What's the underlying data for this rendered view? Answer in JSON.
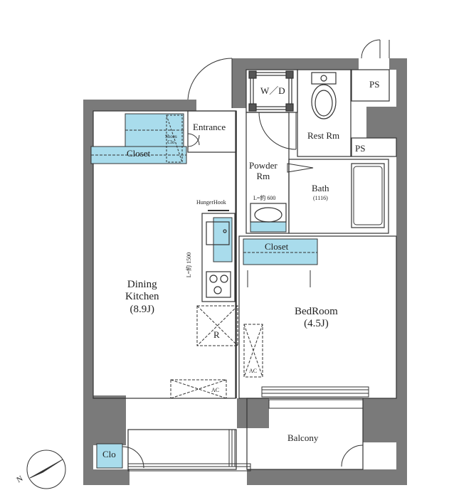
{
  "labels": {
    "wd": "W／D",
    "ps_top": "PS",
    "ps_mid": "PS",
    "entrance": "Entrance",
    "rest_rm": "Rest Rm",
    "shoes_clo_1": "Shoes",
    "shoes_clo_2": "Clo",
    "closet_left": "Closet",
    "powder_rm_1": "Powder",
    "powder_rm_2": "Rm",
    "bath": "Bath",
    "bath_size": "(1116)",
    "sink_width": "L=約 600",
    "hunger_hook": "HungerHook",
    "counter_length": "L=約 1500",
    "closet_right": "Closet",
    "dining_1": "Dining",
    "dining_2": "Kitchen",
    "dining_3": "(8.9J)",
    "bedroom_1": "BedRoom",
    "bedroom_2": "(4.5J)",
    "fridge": "R",
    "ac_dining": "AC",
    "ac_bedroom": "AC",
    "balcony": "Balcony",
    "clo_small": "Clo",
    "north": "N"
  },
  "colors": {
    "wall": "#7a7a7a",
    "storage": "#a9dcec",
    "line": "#333333"
  }
}
